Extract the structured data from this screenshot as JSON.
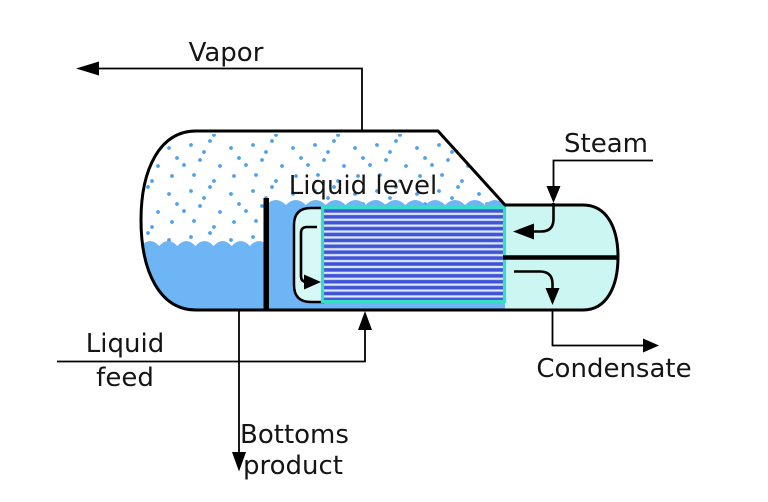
{
  "labels": {
    "vapor": "Vapor",
    "liquid_level": "Liquid level",
    "steam": "Steam",
    "condensate": "Condensate",
    "liquid_feed": [
      "Liquid",
      "feed"
    ],
    "bottoms_product": [
      "Bottoms",
      "product"
    ]
  },
  "colors": {
    "liquid": "#6db5f4",
    "bubble": "#4fa1ea",
    "steam_chest": "#cbf6f1",
    "channel_head": "#d8f8f6",
    "tube_dark": "#4254d6",
    "tube_light": "#dbe7fa",
    "tube_sheet": "#38ddc8",
    "outline": "#000000"
  }
}
